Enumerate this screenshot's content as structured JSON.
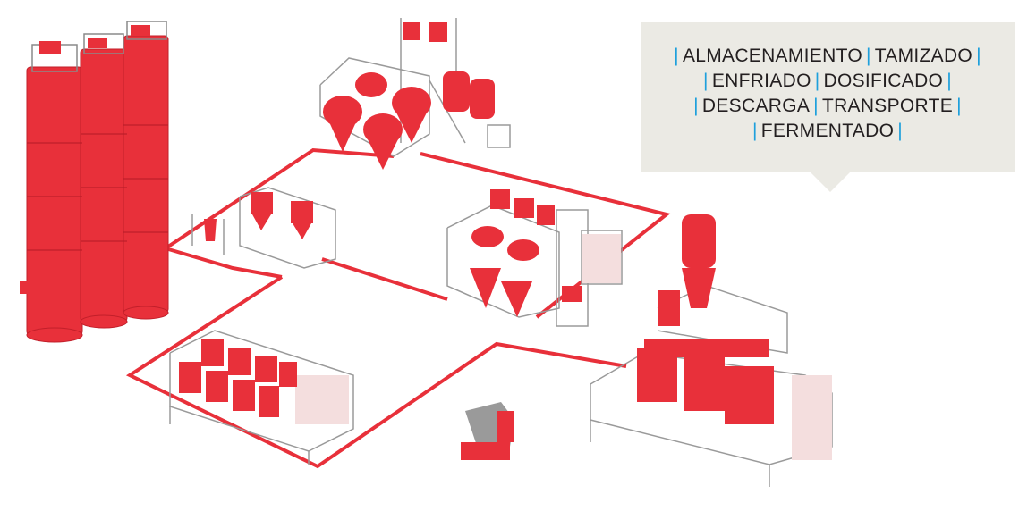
{
  "callout": {
    "lines": [
      [
        "ALMACENAMIENTO",
        "TAMIZADO"
      ],
      [
        "ENFRIADO",
        "DOSIFICADO"
      ],
      [
        "DESCARGA",
        "TRANSPORTE"
      ],
      [
        "FERMENTADO"
      ]
    ],
    "separator": "|"
  },
  "colors": {
    "equipment_red": "#e8303a",
    "connector_red": "#e8303a",
    "frame_gray": "#9a9a9a",
    "callout_bg": "#ebeae4",
    "separator_blue": "#1ea0dc",
    "text": "#231f20"
  }
}
